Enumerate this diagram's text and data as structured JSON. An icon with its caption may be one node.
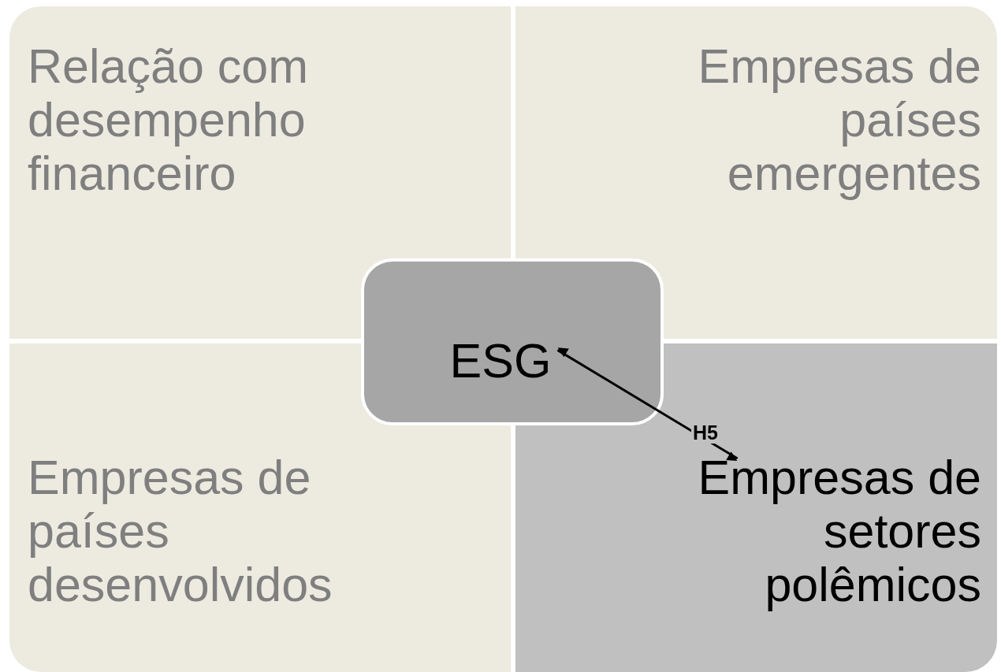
{
  "diagram": {
    "nodes": [
      {
        "text": [
          "Relação com desempenho financeiro"
        ]
      },
      {
        "text": [
          "Empresas de países emergentes"
        ]
      },
      {
        "text": [
          "Empresas de países desenvolvidos"
        ]
      },
      {
        "text": [
          "Empresas de setores polêmicos"
        ]
      },
      {
        "text": [
          "ESG"
        ]
      }
    ],
    "edges": [
      {
        "from": 4,
        "to": 3,
        "arrow": "both",
        "label": "H5"
      }
    ]
  }
}
